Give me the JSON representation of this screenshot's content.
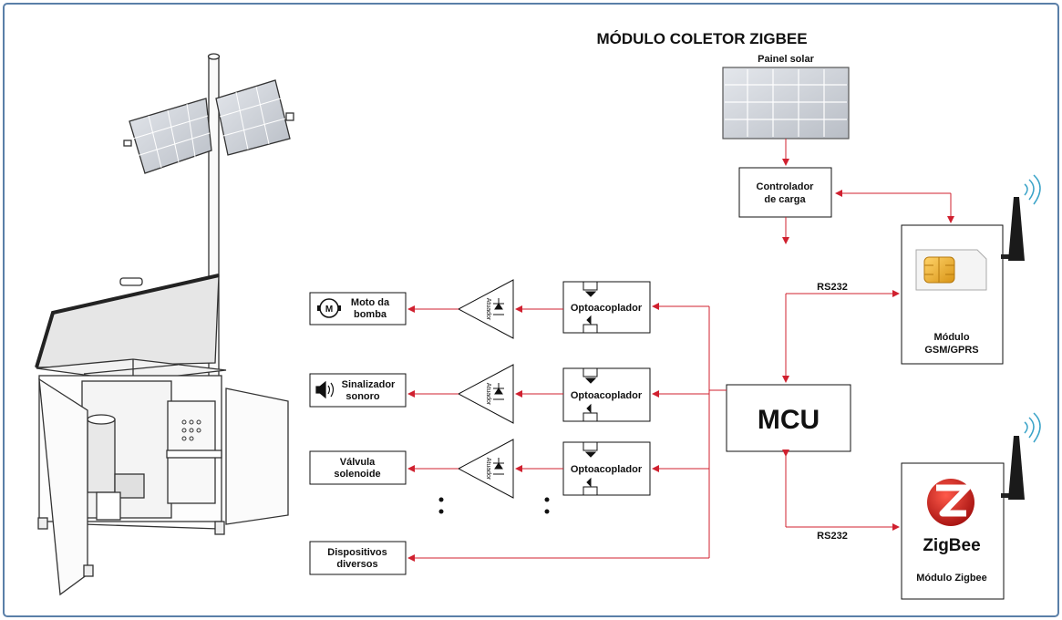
{
  "title": "MÓDULO COLETOR ZIGBEE",
  "solar_panel": {
    "label": "Painel solar"
  },
  "charge_controller": {
    "line1": "Controlador",
    "line2": "de carga"
  },
  "gsm_module": {
    "line1": "Módulo",
    "line2": "GSM/GPRS"
  },
  "zigbee_module": {
    "logo_text": "ZigBee",
    "label": "Módulo Zigbee"
  },
  "mcu": {
    "label": "MCU"
  },
  "links": {
    "rs232_top": "RS232",
    "rs232_bottom": "RS232"
  },
  "optocouplers": [
    "Optoacoplador",
    "Optoacoplador",
    "Optoacoplador"
  ],
  "actuator_label": "Atuador",
  "outputs": [
    {
      "line1": "Moto da",
      "line2": "bomba",
      "icon": "motor-icon",
      "icon_text": "M"
    },
    {
      "line1": "Sinalizador",
      "line2": "sonoro",
      "icon": "speaker-icon"
    },
    {
      "line1": "Válvula",
      "line2": "solenoide"
    },
    {
      "line1": "Dispositivos",
      "line2": "diversos"
    }
  ],
  "colors": {
    "frame": "#5a7fa8",
    "wire": "#d0202f",
    "antenna_wave": "#3aa3c8"
  }
}
